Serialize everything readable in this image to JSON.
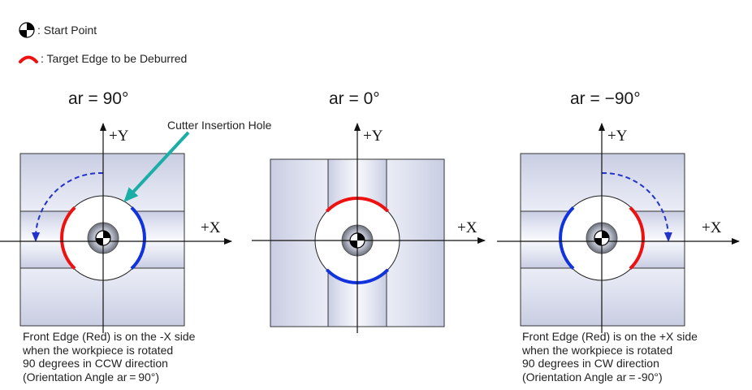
{
  "legend": {
    "start_point_label": ": Start Point",
    "target_edge_label": ": Target Edge to be Deburred"
  },
  "callout": {
    "label": "Cutter Insertion Hole"
  },
  "panels": [
    {
      "title": "ar = 90°",
      "x_axis_label": "+X",
      "y_axis_label": "+Y",
      "note_lines": [
        "Front Edge (Red) is on the -X side",
        "when the workpiece is rotated",
        "90 degrees in CCW direction",
        "(Orientation Angle ar = 90°)"
      ]
    },
    {
      "title": "ar = 0°",
      "x_axis_label": "+X",
      "y_axis_label": "+Y"
    },
    {
      "title": "ar = −90°",
      "x_axis_label": "+X",
      "y_axis_label": "+Y",
      "note_lines": [
        "Front Edge (Red) is on the +X side",
        "when the workpiece is rotated",
        "90 degrees in CW direction",
        "(Orientation Angle ar = -90°)"
      ]
    }
  ],
  "colors": {
    "front_edge": "#ee1111",
    "back_edge": "#1133dd",
    "rotation_arrow": "#2233cc",
    "callout_arrow": "#1aaea6",
    "axis": "#111111"
  }
}
